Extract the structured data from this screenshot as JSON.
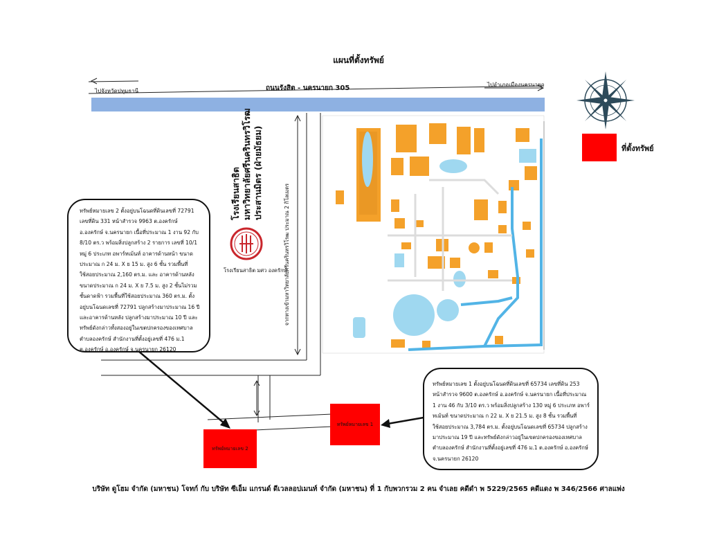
{
  "map_title": "แผนที่ตั้งทรัพย์",
  "road": {
    "name": "ถนนรังสิต - นครนายก 305",
    "to_left": "ไปจังหวัดปทุมธานี",
    "to_right": "ไปอำเภอเมืองนครนายก"
  },
  "legend": {
    "label": "ที่ตั้งทรัพย์",
    "color": "#ff0000"
  },
  "school": {
    "name_lines": [
      "โรงเรียนสาธิต",
      "มหาวิทยาลัยศรีนครินทรวิโรฒ",
      "ประสานมิตร (ฝ่ายมัธยม)"
    ],
    "caption": "โรงเรียนสาธิต มศว องครักษ์"
  },
  "side_distance": "จากทางเข้ามหาวิทยาลัยศรีนครินทรวิโรฒ ประมาณ 2 กิโลเมตร",
  "plot1": {
    "label": "ทรัพย์หมายเลข 1"
  },
  "plot2": {
    "label": "ทรัพย์หมายเลข 2"
  },
  "info_plot2": "ทรัพย์หมายเลข 2 ตั้งอยู่บนโฉนดที่ดินเลขที่ 72791 เลขที่ดิน 331 หน้าสำรวจ 9963 ต.องครักษ์ อ.องครักษ์ จ.นครนายก เนื้อที่ประมาณ 1 งาน 92 กับ 8/10 ตร.ว พร้อมสิ่งปลูกสร้าง 2 รายการ เลขที่ 10/1 หมู่ 6 ประเภท อพาร์ทเม้นท์ อาคารด้านหน้า ขนาดประมาณ ก 24 ม. X ย 15 ม. สูง 6 ชั้น รวมพื้นที่ใช้สอยประมาณ 2,160 ตร.ม. และ อาคารด้านหลัง ขนาดประมาณ ก 24 ม. X ย 7.5 ม. สูง 2 ชั้นไม่รวมชั้นดาดฟ้า รวมพื้นที่ใช้สอยประมาณ 360 ตร.ม. ตั้งอยู่บนโฉนดเลขที่ 72791 ปลูกสร้างมาประมาณ 16 ปี และอาคารด้านหลัง ปลูกสร้างมาประมาณ 10 ปี และทรัพย์ดังกล่าวทั้งสองอยู่ในเขตปกครองของเทศบาลตำบลองครักษ์ สำนักงานที่ตั้งอยู่เลขที่ 476 ม.1 ต.องครักษ์ อ.องครักษ์ จ.นครนายก 26120",
  "info_plot1": "ทรัพย์หมายเลข 1 ตั้งอยู่บนโฉนดที่ดินเลขที่ 65734 เลขที่ดิน 253 หน้าสำรวจ 9600 ต.องครักษ์ อ.องครักษ์ จ.นครนายก เนื้อที่ประมาณ 1 งาน 46 กับ 3/10 ตร.ว พร้อมสิ่งปลูกสร้าง 130 หมู่ 6 ประเภท อพาร์ทเม้นท์ ขนาดประมาณ ก 22 ม. X ย 21.5 ม. สูง 8 ชั้น รวมพื้นที่ใช้สอยประมาณ 3,784 ตร.ม. ตั้งอยู่บนโฉนดเลขที่ 65734 ปลูกสร้างมาประมาณ 19 ปี และทรัพย์ดังกล่าวอยู่ในเขตปกครองของเทศบาลตำบลองครักษ์ สำนักงานที่ตั้งอยู่เลขที่ 476 ม.1 ต.องครักษ์ อ.องครักษ์ จ.นครนายก 26120",
  "footer": "บริษัท ดูโฮม จำกัด (มหาชน) โจทก์ กับ บริษัท ซีเอ็ม แกรนด์ ดีเวลลอปเมนท์ จำกัด (มหาชน) ที่ 1 กับพวกรวม 2 คน จำเลย คดีดำ พ 5229/2565 คดีแดง พ 346/2566 ศาลแพ่ง",
  "colors": {
    "road": "#8eb1e2",
    "building": "#f4a12a",
    "water": "#9fd8f0",
    "canal": "#52b4e6",
    "compass": "#2d4a5a"
  }
}
